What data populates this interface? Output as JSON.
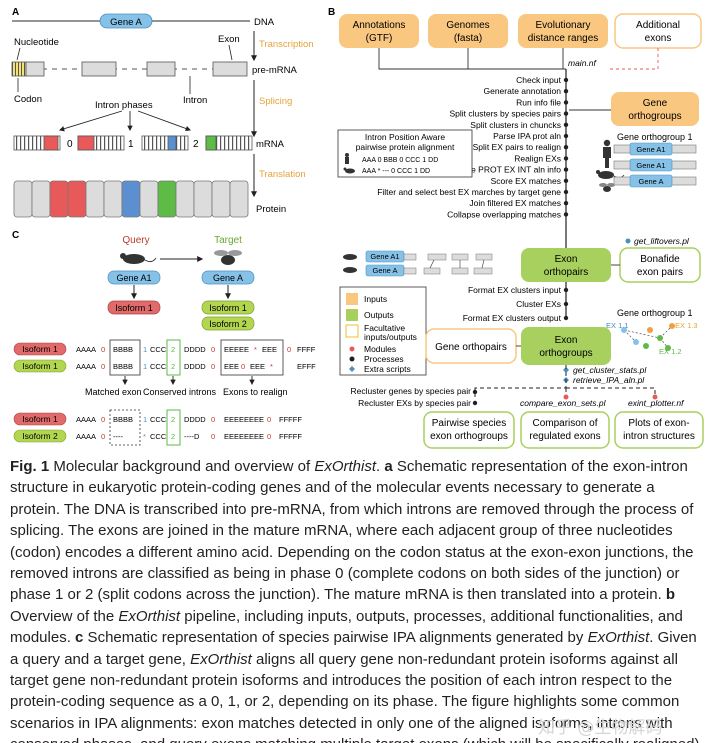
{
  "panel_a": {
    "label": "A",
    "gene_label": "Gene A",
    "dna": "DNA",
    "nucleotide": "Nucleotide",
    "codon": "Codon",
    "exon": "Exon",
    "intron": "Intron",
    "pre_mrna": "pre-mRNA",
    "transcription": "Transcription",
    "splicing": "Splicing",
    "translation": "Translation",
    "intron_phases": "Intron phases",
    "phase0": "0",
    "phase1": "1",
    "phase2": "2",
    "mrna": "mRNA",
    "protein": "Protein"
  },
  "panel_b": {
    "label": "B",
    "inputs": {
      "annotations": "Annotations",
      "annotations_sub": "(GTF)",
      "genomes": "Genomes",
      "genomes_sub": "(fasta)",
      "evolutionary": "Evolutionary",
      "evolutionary_sub": "distance ranges",
      "additional": "Additional",
      "additional_sub": "exons"
    },
    "main_nf": "main.nf",
    "steps": [
      "Check input",
      "Generate annotation",
      "Run info file",
      "Split clusters by species pairs",
      "Split clusters in chuncks",
      "Parse IPA prot aln",
      "Split EX pairs to realign",
      "Realign EXs",
      "Merge PROT EX INT aln info",
      "Score EX matches",
      "Filter and select best EX marches by target gene",
      "Join filtered EX matches",
      "Collapse overlapping matches"
    ],
    "ipa_box_title1": "Intron Position Aware",
    "ipa_box_title2": "pairwise protein alignment",
    "ipa_row1": "AAA 0 BBB 0 CCC 1 DD",
    "ipa_row2": "AAA * --- 0 CCC 1 DD",
    "gene_orthogroups": "Gene",
    "gene_orthogroups_sub": "orthogroups",
    "gene_orthogroup_1": "Gene orthogroup 1",
    "gene_a1": "Gene A1",
    "gene_a1b": "Gene A1",
    "gene_a": "Gene A",
    "get_liftovers": "get_liftovers.pl",
    "exon_orthopairs": "Exon",
    "exon_orthopairs_sub": "orthopairs",
    "bonafide": "Bonafide",
    "bonafide_sub": "exon pairs",
    "ortho_gene_a1": "Gene A1",
    "ortho_gene_a": "Gene A",
    "legend": {
      "inputs": "Inputs",
      "outputs": "Outputs",
      "facultative1": "Facultative",
      "facultative2": "inputs/outputs",
      "modules": "Modules",
      "processes": "Processes",
      "extra_scripts": "Extra scripts"
    },
    "cluster_steps": [
      "Format EX clusters input",
      "Cluster EXs",
      "Format EX clusters output"
    ],
    "gene_orthopairs": "Gene orthopairs",
    "exon_orthogroups": "Exon",
    "exon_orthogroups_sub": "orthogroups",
    "network_title": "Gene orthogroup 1",
    "ex11": "EX 1.1",
    "ex13": "EX 1.3",
    "ex12": "EX 1.2",
    "get_cluster_stats": "get_cluster_stats.pl",
    "retrieve_ipa": "retrieve_IPA_aln.pl",
    "recluster_genes": "Recluster genes by species pair",
    "recluster_exs": "Recluster EXs by species pair",
    "compare_exon_sets": "compare_exon_sets.pl",
    "exint_plotter": "exint_plotter.nf",
    "out1": "Pairwise species",
    "out1_sub": "exon orthogroups",
    "out2": "Comparison of",
    "out2_sub": "regulated exons",
    "out3": "Plots of exon-",
    "out3_sub": "intron structures"
  },
  "panel_c": {
    "label": "C",
    "query": "Query",
    "target": "Target",
    "gene_a1": "Gene A1",
    "gene_a": "Gene A",
    "q_isoform1": "Isoform 1",
    "t_isoform1": "Isoform 1",
    "t_isoform2": "Isoform 2",
    "aln1_row1_label": "Isoform 1",
    "aln1_row2_label": "Isoform 1",
    "aln1_row1_a": "AAAA",
    "aln1_row1_0": "0",
    "aln1_row1_b": "BBBB",
    "aln1_row1_1": "1",
    "aln1_row1_c": "CCC",
    "aln1_row1_2": "2",
    "aln1_row1_d": "DDDD",
    "aln1_row1_0b": "0",
    "aln1_row1_e": "EEEEE",
    "aln1_row1_star": "*",
    "aln1_row1_e2": "EEE",
    "aln1_row1_0c": "0",
    "aln1_row1_f": "FFFF",
    "aln1_row2_a": "AAAA",
    "aln1_row2_0": "0",
    "aln1_row2_b": "BBBB",
    "aln1_row2_1": "1",
    "aln1_row2_c": "CCC",
    "aln1_row2_2": "2",
    "aln1_row2_d": "DDDD",
    "aln1_row2_0b": "0",
    "aln1_row2_e": "EEE",
    "aln1_row2_0c": "0",
    "aln1_row2_e2": "EEE",
    "aln1_row2_star": "*",
    "aln1_row2_f": "EFFF",
    "matched_exon": "Matched exon",
    "conserved_introns": "Conserved introns",
    "exons_to_realign": "Exons to realign",
    "aln2_row1_label": "Isoform 1",
    "aln2_row2_label": "Isoform 2",
    "aln2_row1_a": "AAAA",
    "aln2_row1_0": "0",
    "aln2_row1_b": "BBBB",
    "aln2_row1_1": "1",
    "aln2_row1_c": "CCC",
    "aln2_row1_2": "2",
    "aln2_row1_d": "DDDD",
    "aln2_row1_0b": "0",
    "aln2_row1_e": "EEEEEEEE",
    "aln2_row1_0c": "0",
    "aln2_row1_f": "FFFFF",
    "aln2_row2_a": "AAAA",
    "aln2_row2_0": "0",
    "aln2_row2_b": "----",
    "aln2_row2_star": "*",
    "aln2_row2_c": "CCC",
    "aln2_row2_2": "2",
    "aln2_row2_d": "----D",
    "aln2_row2_0b": "0",
    "aln2_row2_e": "EEEEEEEE",
    "aln2_row2_0c": "0",
    "aln2_row2_f": "FFFFF"
  },
  "caption": {
    "fig": "Fig. 1",
    "p1": " Molecular background and overview of ",
    "tool1": "ExOrthist",
    "p2": ". ",
    "a": "a",
    "p3": " Schematic representation of the exon-intron structure in eukaryotic protein-coding genes and of the molecular events necessary to generate a protein. The DNA is transcribed into pre-mRNA, from which introns are removed through the process of splicing. The exons are joined in the mature mRNA, where each adjacent group of three nucleotides (codon) encodes a different amino acid. Depending on the codon status at the exon-exon junctions, the removed introns are classified as being in phase 0 (complete codons on both sides of the junction) or phase 1 or 2 (split codons across the junction). The mature mRNA is then translated into a protein. ",
    "b": "b",
    "p4": " Overview of the ",
    "tool2": "ExOrthist",
    "p5": " pipeline, including inputs, outputs, processes, additional functionalities, and modules. ",
    "c": "c",
    "p6": " Schematic representation of species pairwise IPA alignments generated by ",
    "tool3": "ExOrthist",
    "p7": ". Given a query and a target gene, ",
    "tool4": "ExOrthist",
    "p8": " aligns all query gene non-redundant protein isoforms against all target gene non-redundant protein isoforms and introduces the position of each intron respect to the protein-coding sequence as a 0, 1, or 2, depending on its phase. The figure highlights some common scenarios in IPA alignments: exon matches detected in only one of the aligned isoforms, introns with conserved phases, and query exons matching multiple target exons (which will be specifically realigned)"
  },
  "watermark": "知乎 @生物解码",
  "colors": {
    "orange_in": "#f9c77f",
    "green_out": "#a8d05f",
    "gene_blue": "#86c2e8",
    "exon_red": "#e85a5a",
    "exon_blue": "#5b8fd0",
    "exon_green": "#5dbb46",
    "iso_red": "#e16b6b",
    "iso_green": "#b3d651",
    "label_orange": "#e5a33a",
    "query_red": "#c0392b",
    "target_green": "#6aa82c"
  }
}
